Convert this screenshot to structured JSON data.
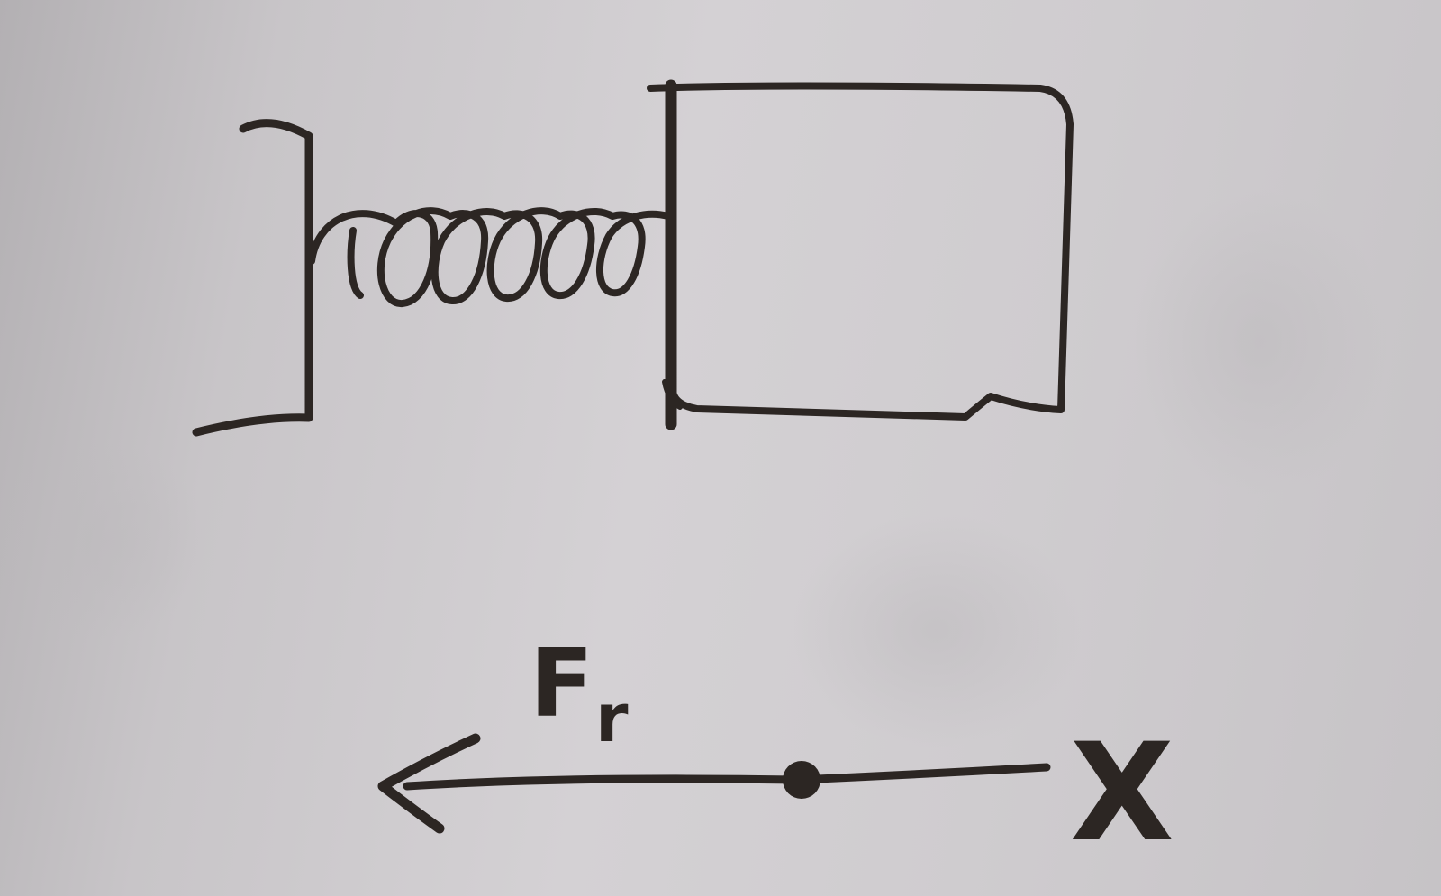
{
  "diagram": {
    "elements": [
      "wall",
      "spring",
      "block",
      "force-axis"
    ],
    "force_label": {
      "symbol": "F",
      "subscript": "r"
    },
    "axis_label": "X",
    "colors": {
      "board": "#cdcacd",
      "ink": "#2c2623"
    }
  }
}
